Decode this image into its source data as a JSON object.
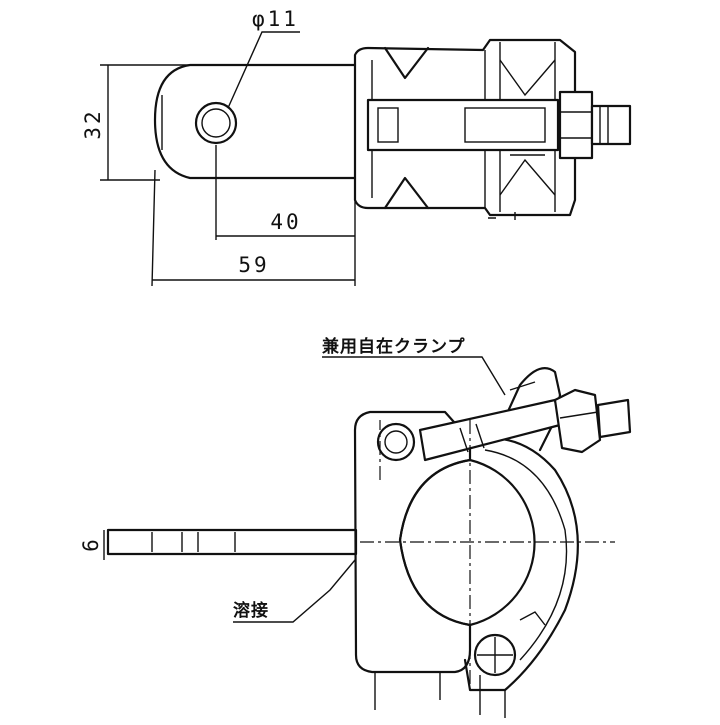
{
  "dimensions": {
    "hole_diameter": "φ11",
    "height": "32",
    "hole_offset": "40",
    "total_length": "59",
    "plate_thickness": "6"
  },
  "labels": {
    "clamp_name": "兼用自在クランプ",
    "weld_note": "溶接"
  }
}
